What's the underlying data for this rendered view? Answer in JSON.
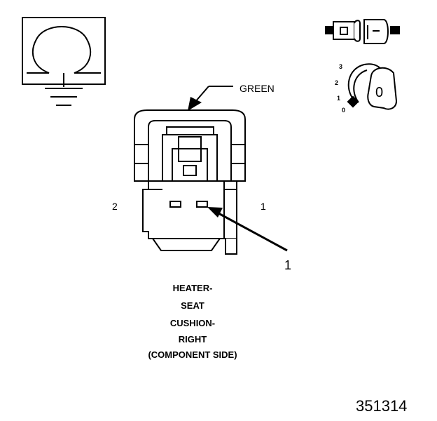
{
  "diagram": {
    "wire_color_label": "GREEN",
    "pin_left_label": "2",
    "pin_right_label": "1",
    "callout_label": "1",
    "key_positions": [
      "3",
      "2",
      "1",
      "0"
    ],
    "key_letter": "0",
    "caption_lines": [
      "HEATER-",
      "SEAT",
      "CUSHION-",
      "RIGHT",
      "(COMPONENT SIDE)"
    ],
    "figure_number": "351314"
  }
}
